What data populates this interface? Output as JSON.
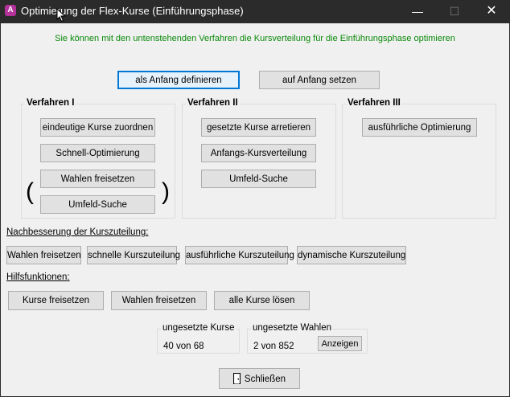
{
  "window": {
    "title": "Optimierung der Flex-Kurse (Einführungsphase)",
    "app_icon_glyph": "A",
    "minimize_glyph": "—",
    "maximize_glyph": "☐",
    "close_glyph": "✕"
  },
  "info_text": "Sie können mit den untenstehenden Verfahren die Kursverteilung für die Einführungsphase optimieren",
  "top_buttons": {
    "define_start": "als Anfang definieren",
    "reset_start": "auf Anfang setzen"
  },
  "verfahren1": {
    "title": "Verfahren I",
    "buttons": [
      "eindeutige Kurse zuordnen",
      "Schnell-Optimierung",
      "Wahlen freisetzen",
      "Umfeld-Suche"
    ],
    "paren_left": "(",
    "paren_right": ")"
  },
  "verfahren2": {
    "title": "Verfahren II",
    "buttons": [
      "gesetzte Kurse arretieren",
      "Anfangs-Kursverteilung",
      "Umfeld-Suche"
    ]
  },
  "verfahren3": {
    "title": "Verfahren III",
    "buttons": [
      "ausführliche Optimierung"
    ]
  },
  "nachbesserung": {
    "label": "Nachbesserung der Kurszuteilung:",
    "buttons": [
      "Wahlen freisetzen",
      "schnelle Kurszuteilung",
      "ausführliche Kurszuteilung",
      "dynamische Kurszuteilung"
    ]
  },
  "hilfsfunktionen": {
    "label": "Hilfsfunktionen:",
    "buttons": [
      "Kurse freisetzen",
      "Wahlen freisetzen",
      "alle Kurse lösen"
    ]
  },
  "stats": {
    "unset_courses_label": "ungesetzte Kurse",
    "unset_courses_value": "40 von 68",
    "unset_choices_label": "ungesetzte Wahlen",
    "unset_choices_value": "2 von 852",
    "show_button": "Anzeigen"
  },
  "close_button": "Schließen",
  "colors": {
    "info_text": "#0a8a0a",
    "focus_border": "#0078d7",
    "app_icon": "#b4329a"
  }
}
